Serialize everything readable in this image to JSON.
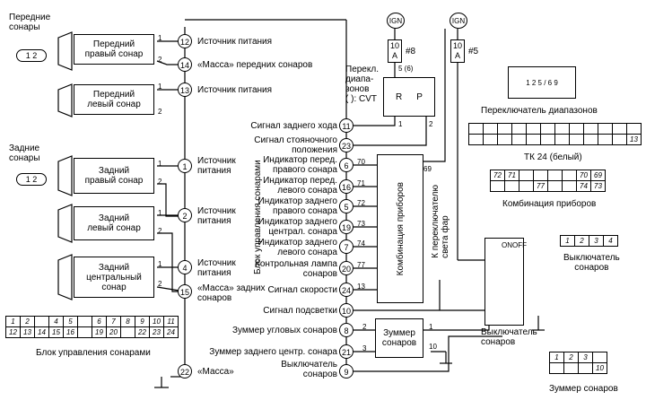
{
  "legends": {
    "front_sonars": "Передние\nсонары",
    "rear_sonars": "Задние\nсонары",
    "connector_pins": [
      "1",
      "2"
    ]
  },
  "sonars": {
    "front_right": "Передний\nправый сонар",
    "front_left": "Передний\nлевый сонар",
    "rear_right": "Задний\nправый сонар",
    "rear_left": "Задний\nлевый сонар",
    "rear_center": "Задний\nцентральный\nсонар"
  },
  "control_unit": {
    "title": "Блок управления сонарами",
    "bottom_label": "Блок управления сонарами",
    "pins_left": [
      {
        "num": "12",
        "label": "Источник питания"
      },
      {
        "num": "14",
        "label": "«Масса» передних сонаров"
      },
      {
        "num": "13",
        "label": "Источник питания"
      },
      {
        "num": "1",
        "label": "Источник\nпитания"
      },
      {
        "num": "2",
        "label": "Источник\nпитания"
      },
      {
        "num": "4",
        "label": "Источник\nпитания"
      },
      {
        "num": "15",
        "label": "«Масса» задних\nсонаров"
      },
      {
        "num": "22",
        "label": "«Масса»"
      }
    ],
    "pins_right": [
      {
        "num": "11",
        "label": "Сигнал заднего хода"
      },
      {
        "num": "23",
        "label": "Сигнал стояночного\nположения"
      },
      {
        "num": "6",
        "label": "Индикатор перед.\nправого сонара"
      },
      {
        "num": "16",
        "label": "Индикатор перед.\nлевого сонара"
      },
      {
        "num": "5",
        "label": "Индикатор заднего\nправого сонара"
      },
      {
        "num": "19",
        "label": "Индикатор заднего\nцентрал. сонара"
      },
      {
        "num": "7",
        "label": "Индикатор заднего\nлевого сонара"
      },
      {
        "num": "20",
        "label": "Контрольная лампа\nсонаров"
      },
      {
        "num": "24",
        "label": "Сигнал скорости"
      },
      {
        "num": "10",
        "label": "Сигнал подсветки"
      },
      {
        "num": "8",
        "label": "Зуммер угловых сонаров"
      },
      {
        "num": "21",
        "label": "Зуммер заднего центр. сонара"
      },
      {
        "num": "9",
        "label": "Выключатель\nсонаров"
      }
    ]
  },
  "wire_numbers": {
    "sonar_side": [
      "1",
      "2",
      "1",
      "2",
      "1",
      "2",
      "1",
      "2",
      "1",
      "2"
    ],
    "combo_side": [
      "70",
      "71",
      "72",
      "73",
      "74",
      "77",
      "13"
    ],
    "buzzer_side": [
      "2",
      "3",
      "1",
      "10"
    ],
    "switch_side": [
      "1",
      "2"
    ],
    "combo_out": "69",
    "selector_top": "5 (6)"
  },
  "ign": {
    "label": "IGN",
    "fuse": "10\nA",
    "fuse_left_num": "#8",
    "fuse_right_num": "#5"
  },
  "range_selector": {
    "label": "Перекл.\nдиапа-\nзонов\n( ): CVT",
    "positions": [
      "R",
      "P"
    ],
    "connector_title": "Переключатель диапазонов",
    "connector_pins": [
      "1",
      "2",
      "5",
      "6",
      "9"
    ]
  },
  "tk24": {
    "label": "ТК 24 (белый)",
    "pin": "13"
  },
  "instrument_cluster": {
    "box_label": "Комбинация приборов",
    "connector_title": "Комбинация приборов",
    "pins": [
      "72",
      "71",
      "70",
      "69",
      "77",
      "74",
      "73"
    ]
  },
  "headlight_note": "К переключателю\nсвета фар",
  "buzzer": {
    "box_label": "Зуммер\nсонаров",
    "connector_title": "Зуммер сонаров",
    "pins": [
      "1",
      "2",
      "3",
      "10"
    ]
  },
  "sonar_switch": {
    "title": "Выключатель\nсонаров",
    "states": [
      "ON",
      "OFF"
    ],
    "pins": [
      "1",
      "2",
      "3",
      "4"
    ],
    "connector_title": "Выключатель\nсонаров",
    "connector_pins": [
      "1",
      "2",
      "3",
      "4"
    ]
  },
  "control_unit_connector": {
    "row1": [
      "1",
      "2",
      "",
      "4",
      "5",
      "",
      "6",
      "7",
      "8",
      "9",
      "10",
      "11"
    ],
    "row2": [
      "12",
      "13",
      "14",
      "15",
      "16",
      "",
      "19",
      "20",
      "",
      "22",
      "23",
      "24"
    ]
  },
  "ground_label": "«Масса»"
}
